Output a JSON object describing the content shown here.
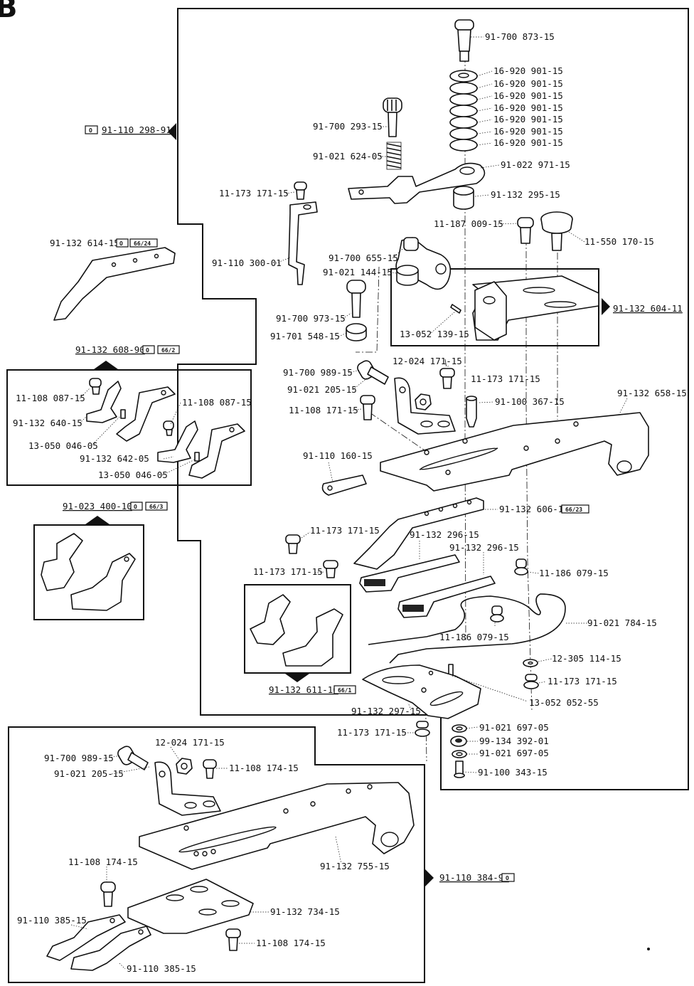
{
  "page_letter": "B",
  "assembly_refs": {
    "main_top": {
      "code": "91-110 298-91",
      "marks": [
        "O"
      ]
    },
    "right_mid": {
      "code": "91-132 604-11",
      "marks": []
    },
    "bottom_set": {
      "code": "91-110 384-91",
      "marks": [
        "O"
      ]
    },
    "part_614": {
      "code": "91-132 614-15",
      "marks": [
        "O",
        "66/24"
      ]
    },
    "set_608": {
      "code": "91-132 608-90",
      "marks": [
        "O",
        "66/2"
      ]
    },
    "set_023": {
      "code": "91-023 400-10",
      "marks": [
        "O",
        "66/3"
      ]
    },
    "set_611": {
      "code": "91-132 611-10",
      "marks": [
        "66/1"
      ]
    },
    "part_606": {
      "code": "91-132 606-15",
      "marks": [
        "66/23"
      ]
    }
  },
  "labels": {
    "p873": "91-700 873-15",
    "w1": "16-920 901-15",
    "w2": "16-920 901-15",
    "w3": "16-920 901-15",
    "w4": "16-920 901-15",
    "w5": "16-920 901-15",
    "w6": "16-920 901-15",
    "w7": "16-920 901-15",
    "p293": "91-700 293-15",
    "p624": "91-021 624-05",
    "p971": "91-022 971-15",
    "s171a": "11-173 171-15",
    "p295": "91-132 295-15",
    "p009": "11-187 009-15",
    "p170": "11-550 170-15",
    "p300": "91-110 300-01",
    "p655": "91-700 655-15",
    "p144": "91-021 144-15",
    "p973": "91-700 973-15",
    "p548": "91-701 548-15",
    "p139": "13-052 139-15",
    "p989a": "91-700 989-15",
    "p12024a": "12-024 171-15",
    "s171b": "11-173 171-15",
    "p205a": "91-021 205-15",
    "p367": "91-100 367-15",
    "p658": "91-132 658-15",
    "p108171": "11-108 171-15",
    "p160": "91-110 160-15",
    "s171c": "11-173 171-15",
    "p296a": "91-132 296-15",
    "p296b": "91-132 296-15",
    "s171d": "11-173 171-15",
    "p186a": "11-186 079-15",
    "p186b": "11-186 079-15",
    "p784": "91-021 784-15",
    "p305": "12-305 114-15",
    "s171e": "11-173 171-15",
    "p052": "13-052 052-55",
    "p297": "91-132 297-15",
    "s171f": "11-173 171-15",
    "p697a": "91-021 697-05",
    "p392": "99-134 392-01",
    "p697b": "91-021 697-05",
    "p343": "91-100 343-15",
    "p087a": "11-108 087-15",
    "p087b": "11-108 087-15",
    "p640": "91-132 640-15",
    "p046a": "13-050 046-05",
    "p642": "91-132 642-05",
    "p046b": "13-050 046-05",
    "p989b": "91-700 989-15",
    "p12024b": "12-024 171-15",
    "p205b": "91-021 205-15",
    "p174a": "11-108 174-15",
    "p755": "91-132 755-15",
    "p174b": "11-108 174-15",
    "p734": "91-132 734-15",
    "p385a": "91-110 385-15",
    "p385b": "91-110 385-15",
    "p174c": "11-108 174-15"
  }
}
